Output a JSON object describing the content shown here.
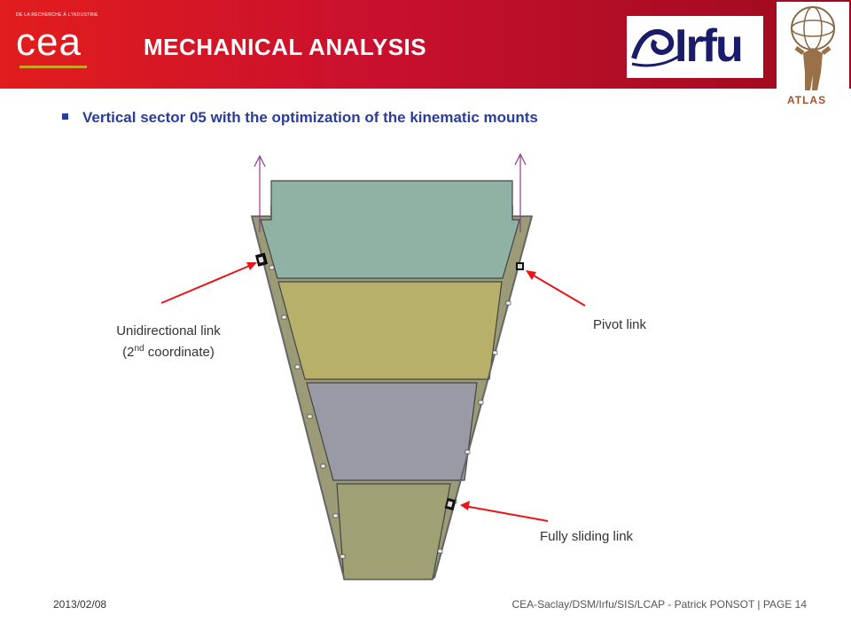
{
  "header": {
    "cea_tagline": "DE LA RECHERCHE À L'INDUSTRIE",
    "cea_logo_text": "cea",
    "title": "MECHANICAL ANALYSIS",
    "irfu_logo_text": "Irfu",
    "atlas_logo_text": "ATLAS",
    "colors": {
      "header_red": "#d31a26",
      "cea_gold": "#c9a227",
      "irfu_navy": "#1a1c6a"
    }
  },
  "content": {
    "bullet": "Vertical sector 05 with the optimization of the kinematic mounts",
    "labels": {
      "unidirectional_line1": "Unidirectional link",
      "unidirectional_line2_prefix": "(2",
      "unidirectional_sup": "nd",
      "unidirectional_line2_suffix": " coordinate)",
      "pivot": "Pivot link",
      "fully_sliding": "Fully sliding link"
    },
    "colors": {
      "arrow_red": "#e8161b",
      "force_arrow": "#8b3a8b",
      "panel_teal": "#8fb2a5",
      "panel_olive": "#b7b06a",
      "panel_grey": "#9a9aa6",
      "panel_khaki": "#9fa074"
    }
  },
  "footer": {
    "date": "2013/02/08",
    "credit": "CEA-Saclay/DSM/Irfu/SIS/LCAP - Patrick PONSOT | PAGE 14"
  }
}
